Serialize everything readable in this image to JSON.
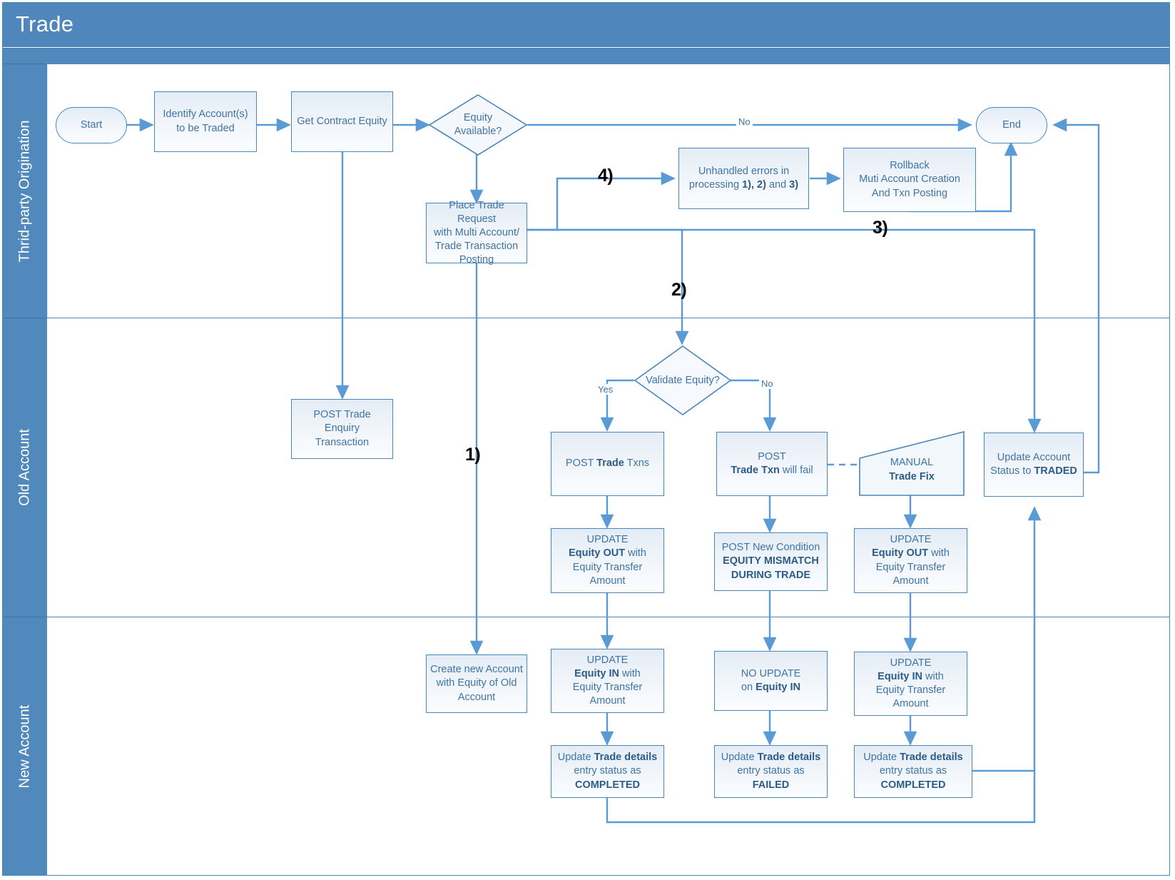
{
  "header": {
    "title": "Trade"
  },
  "lanes": [
    {
      "id": "lane-thirdparty",
      "label": "Thrid-party Origination"
    },
    {
      "id": "lane-old",
      "label": "Old Account"
    },
    {
      "id": "lane-new",
      "label": "New Account"
    }
  ],
  "colors": {
    "lane_header_bg": "#5289bd",
    "title_bg": "#4f87bc",
    "node_border": "#4a86b8",
    "node_text": "#3f74a4",
    "connector": "#5b9bd5",
    "marker_text": "#000000"
  },
  "nodes": {
    "start": {
      "label": "Start",
      "shape": "terminator"
    },
    "identify": {
      "line1": "Identify Account(s)",
      "line2": "to be Traded",
      "shape": "process"
    },
    "get_equity": {
      "label": "Get Contract Equity",
      "shape": "process"
    },
    "equity_available": {
      "line1": "Equity",
      "line2": "Available?",
      "shape": "decision"
    },
    "unhandled": {
      "line1": "Unhandled errors in",
      "line2_pre": "processing ",
      "line2_b1": "1), 2)",
      "line2_mid": " and ",
      "line2_b2": "3)",
      "shape": "process"
    },
    "rollback": {
      "line1": "Rollback",
      "line2": "Muti Account Creation",
      "line3": "And Txn Posting",
      "shape": "process"
    },
    "end": {
      "label": "End",
      "shape": "terminator"
    },
    "place_trade": {
      "line1": "Place Trade Request",
      "line2": "with Multi Account/",
      "line3": "Trade Transaction",
      "line4": "Posting",
      "shape": "process"
    },
    "post_enquiry": {
      "line1": "POST Trade Enquiry",
      "line2": "Transaction",
      "shape": "process"
    },
    "validate_equity": {
      "label": "Validate Equity?",
      "shape": "decision"
    },
    "post_trade_txns": {
      "pre": "POST ",
      "bold": "Trade",
      "post": " Txns",
      "shape": "process"
    },
    "post_trade_fail": {
      "line1": "POST",
      "line2_b": "Trade Txn",
      "line2_post": " will fail",
      "shape": "process"
    },
    "manual_fix": {
      "line1": "MANUAL",
      "line2": "Trade Fix",
      "shape": "manual-operation"
    },
    "update_acct_status": {
      "line1": "Update Account",
      "line2_pre": "Status to ",
      "line2_b": "TRADED",
      "shape": "process"
    },
    "update_equity_out_1": {
      "line1": "UPDATE",
      "line2_b": "Equity OUT",
      "line2_post": " with",
      "line3": "Equity Transfer",
      "line4": "Amount",
      "shape": "process"
    },
    "post_new_condition": {
      "line1": "POST New Condition",
      "line2_b": "EQUITY MISMATCH",
      "line3_b": "DURING TRADE",
      "shape": "process"
    },
    "update_equity_out_2": {
      "line1": "UPDATE",
      "line2_b": "Equity OUT",
      "line2_post": " with",
      "line3": "Equity Transfer",
      "line4": "Amount",
      "shape": "process"
    },
    "create_new_account": {
      "line1": "Create new Account",
      "line2": "with Equity of Old",
      "line3": "Account",
      "shape": "process"
    },
    "update_equity_in_1": {
      "line1": "UPDATE",
      "line2_b": "Equity IN",
      "line2_post": " with",
      "line3": "Equity Transfer",
      "line4": "Amount",
      "shape": "process"
    },
    "no_update_equity_in": {
      "line1": "NO UPDATE",
      "line2_pre": "on ",
      "line2_b": "Equity IN",
      "shape": "process"
    },
    "update_equity_in_2": {
      "line1": "UPDATE",
      "line2_b": "Equity IN",
      "line2_post": " with",
      "line3": "Equity Transfer",
      "line4": "Amount",
      "shape": "process"
    },
    "trade_completed_1": {
      "line1_pre": "Update ",
      "line1_b": "Trade details",
      "line2": "entry status as",
      "line3_b": "COMPLETED",
      "shape": "process"
    },
    "trade_failed": {
      "line1_pre": "Update ",
      "line1_b": "Trade details",
      "line2_pre": "entry status as ",
      "line2_b": "FAILED",
      "shape": "process"
    },
    "trade_completed_2": {
      "line1_pre": "Update ",
      "line1_b": "Trade details",
      "line2": "entry status as",
      "line3_b": "COMPLETED",
      "shape": "process"
    }
  },
  "edge_labels": {
    "no_equity": "No",
    "validate_yes": "Yes",
    "validate_no": "No"
  },
  "markers": {
    "m1": "1)",
    "m2": "2)",
    "m3": "3)",
    "m4": "4)"
  }
}
